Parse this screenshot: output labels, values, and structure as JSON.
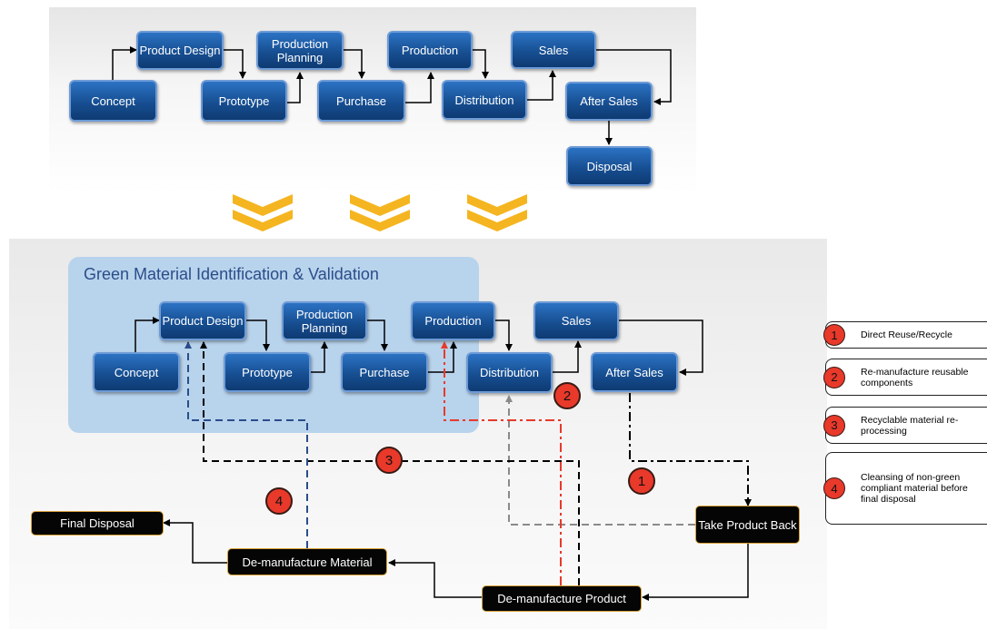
{
  "top_flow": {
    "concept": "Concept",
    "product_design": "Product Design",
    "prototype": "Prototype",
    "production_planning": "Production Planning",
    "purchase": "Purchase",
    "production": "Production",
    "distribution": "Distribution",
    "sales": "Sales",
    "after_sales": "After Sales",
    "disposal": "Disposal"
  },
  "green_area": {
    "title": "Green Material Identification & Validation"
  },
  "bottom_flow": {
    "concept": "Concept",
    "product_design": "Product Design",
    "prototype": "Prototype",
    "production_planning": "Production Planning",
    "purchase": "Purchase",
    "production": "Production",
    "distribution": "Distribution",
    "sales": "Sales",
    "after_sales": "After Sales",
    "take_product_back": "Take Product Back",
    "final_disposal": "Final Disposal",
    "demanufacture_material": "De-manufacture Material",
    "demanufacture_product": "De-manufacture Product"
  },
  "badges": {
    "one": "1",
    "two": "2",
    "three": "3",
    "four": "4"
  },
  "legend": [
    {
      "num": "1",
      "text": "Direct Reuse/Recycle"
    },
    {
      "num": "2",
      "text": "Re-manufacture reusable components"
    },
    {
      "num": "3",
      "text": "Recyclable material re-processing"
    },
    {
      "num": "4",
      "text": "Cleansing of non-green compliant material before final disposal"
    }
  ],
  "colors": {
    "box_blue": "#174f92",
    "box_border": "#6e9bd6",
    "green_area": "#b8d3ec",
    "title_blue": "#2a4d8a",
    "chevron": "#f5b520",
    "badge_red": "#e8392a",
    "path_red": "#e8392a",
    "path_blue": "#2a4d8a",
    "path_gray": "#8a8a8a",
    "dark_box_border": "#d8a23a"
  },
  "icons": [
    "chevron-down-icon",
    "arrow-icon"
  ]
}
